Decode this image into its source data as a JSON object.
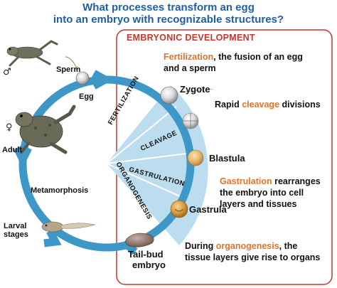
{
  "title": {
    "line1": "What processes transform an egg",
    "line2": "into an embryo with recognizable structures?"
  },
  "box_heading": "EMBRYONIC DEVELOPMENT",
  "life_cycle_labels": {
    "sperm": "Sperm",
    "egg": "Egg",
    "adult": "Adult",
    "metamorphosis": "Metamorphosis",
    "larval_line1": "Larval",
    "larval_line2": "stages",
    "male_symbol": "♂",
    "female_symbol": "♀"
  },
  "wedge_labels": {
    "fertilization": "FERTILIZATION",
    "cleavage": "CLEAVAGE",
    "gastrulation": "GASTRULATION",
    "organogenesis": "ORGANOGENESIS"
  },
  "stages": {
    "zygote": "Zygote",
    "blastula": "Blastula",
    "gastrula": "Gastrula",
    "tailbud_line1": "Tail-bud",
    "tailbud_line2": "embryo"
  },
  "descriptions": {
    "fertilization": {
      "hl": "Fertilization",
      "rest1": ", the fusion of an egg",
      "line2": "and a sperm"
    },
    "cleavage": {
      "pre": "Rapid ",
      "hl": "cleavage",
      "post": " divisions"
    },
    "gastrulation": {
      "hl": "Gastrulation",
      "rest1": " rearranges",
      "line2": "the embryo into cell",
      "line3": "layers and tissues"
    },
    "organogenesis": {
      "pre": "During ",
      "hl": "organogenesis",
      "post": ", the",
      "line2": "tissue layers give rise to organs"
    }
  },
  "colors": {
    "title": "#1f5fa8",
    "highlight": "#e0742a",
    "box_border": "#c0392b",
    "cycle_arrow": "#3d97c7",
    "wedge": "#bcdcf0"
  }
}
